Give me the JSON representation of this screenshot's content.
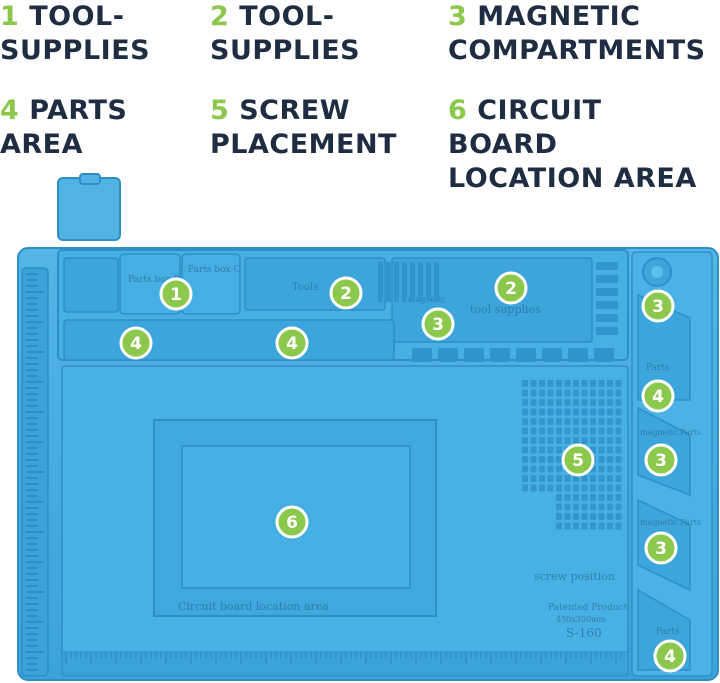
{
  "legend": [
    {
      "num": "1",
      "line1": "TOOL-",
      "line2": "SUPPLIES"
    },
    {
      "num": "2",
      "line1": "TOOL-",
      "line2": "SUPPLIES"
    },
    {
      "num": "3",
      "line1": "MAGNETIC",
      "line2": "COMPARTMENTS"
    },
    {
      "num": "4",
      "line1": "PARTS",
      "line2": "AREA"
    },
    {
      "num": "5",
      "line1": "SCREW",
      "line2": "PLACEMENT"
    },
    {
      "num": "6",
      "line1": "CIRCUIT BOARD",
      "line2": "LOCATION AREA"
    }
  ],
  "mat": {
    "color": "#3fa9df",
    "label_parts_box_b": "Parts box B",
    "label_parts_box_c": "Parts box C",
    "label_tools": "Tools",
    "label_tool_supplies": "tool supplies",
    "label_magnetic": "magnetic",
    "label_parts": "Parts",
    "label_magnetic_parts": "magnetic Parts",
    "label_screw_position": "screw position",
    "label_circuit_board": "Circuit board location area",
    "label_patented": "Patented Product",
    "label_size": "450x300mm",
    "label_model": "S-160"
  },
  "badges": [
    "1",
    "2",
    "2",
    "3",
    "3",
    "3",
    "3",
    "4",
    "4",
    "4",
    "4",
    "5",
    "6"
  ]
}
